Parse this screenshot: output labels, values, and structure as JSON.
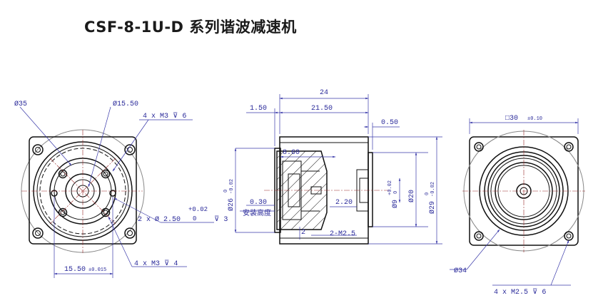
{
  "title": "CSF-8-1U-D 系列谐波减速机",
  "front_view": {
    "dia_35": "Ø35",
    "dia_15_50": "Ø15.50",
    "m3_top": "4 x M3 ⊽ 6",
    "hole_2x": "2 x Ø 2.50",
    "tol_plus": "+0.02",
    "tol_zero": "0",
    "depth_3": "⊽ 3",
    "dim_15_50": "15.50",
    "tol_0_015": "±0.015",
    "m3_bottom": "4 x M3 ⊽ 4"
  },
  "side_view": {
    "dim_24": "24",
    "dim_1_50": "1.50",
    "dim_21_50": "21.50",
    "dim_0_50": "0.50",
    "dim_8_60": "8.60",
    "dim_0_30": "0.30",
    "install_height": "安装高度",
    "dim_2_20": "2.20",
    "dim_2": "2",
    "m2_5": "2-M2.5",
    "dia_26": "Ø26",
    "dia_26_tol_hi": "0",
    "dia_26_tol_lo": "-0.02",
    "dia_9": "Ø9",
    "dia_9_tol_hi": "+0.02",
    "dia_9_tol_lo": "0",
    "dia_20": "Ø20",
    "dia_29": "Ø29",
    "dia_29_tol_hi": "0",
    "dia_29_tol_lo": "-0.02"
  },
  "back_view": {
    "square_30": "□30",
    "tol_0_10": "±0.10",
    "dia_34": "Ø34",
    "m2_5_holes": "4 x M2.5 ⊽ 6"
  }
}
